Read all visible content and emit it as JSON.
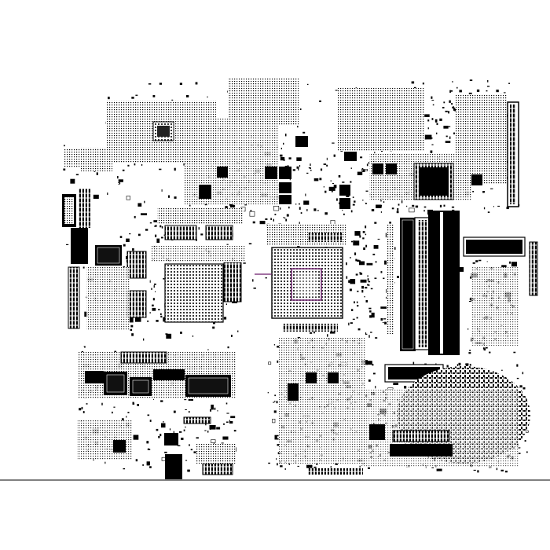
{
  "view": {
    "description_visible_text": "",
    "background_color": "#ffffff",
    "ink_color": "#000000",
    "accent_color": "#6a1b6a",
    "baseline_rule": true
  },
  "board": {
    "components": [
      {
        "name": "bga-left-chip",
        "icon": "bga-grid",
        "interactable": false
      },
      {
        "name": "bga-cpu-socket",
        "icon": "bga-grid",
        "interactable": false
      },
      {
        "name": "cpu-socket-core-highlight",
        "icon": "square-outline",
        "interactable": false
      },
      {
        "name": "ram-slot-1",
        "icon": "dimm-slot",
        "interactable": false
      },
      {
        "name": "ram-slot-2",
        "icon": "dimm-slot",
        "interactable": false
      },
      {
        "name": "ram-slot-3",
        "icon": "dimm-slot",
        "interactable": false
      },
      {
        "name": "right-edge-connector",
        "icon": "edge-connector",
        "interactable": false
      },
      {
        "name": "qfp-chip-top-right",
        "icon": "qfp-chip",
        "interactable": false
      },
      {
        "name": "qfp-chip-top-left",
        "icon": "qfp-chip",
        "interactable": false
      },
      {
        "name": "horizontal-connector-right",
        "icon": "connector",
        "interactable": false
      },
      {
        "name": "bottom-connector-block",
        "icon": "connector",
        "interactable": false
      },
      {
        "name": "bottom-right-component-cluster",
        "icon": "smd-cluster",
        "interactable": false
      }
    ]
  }
}
